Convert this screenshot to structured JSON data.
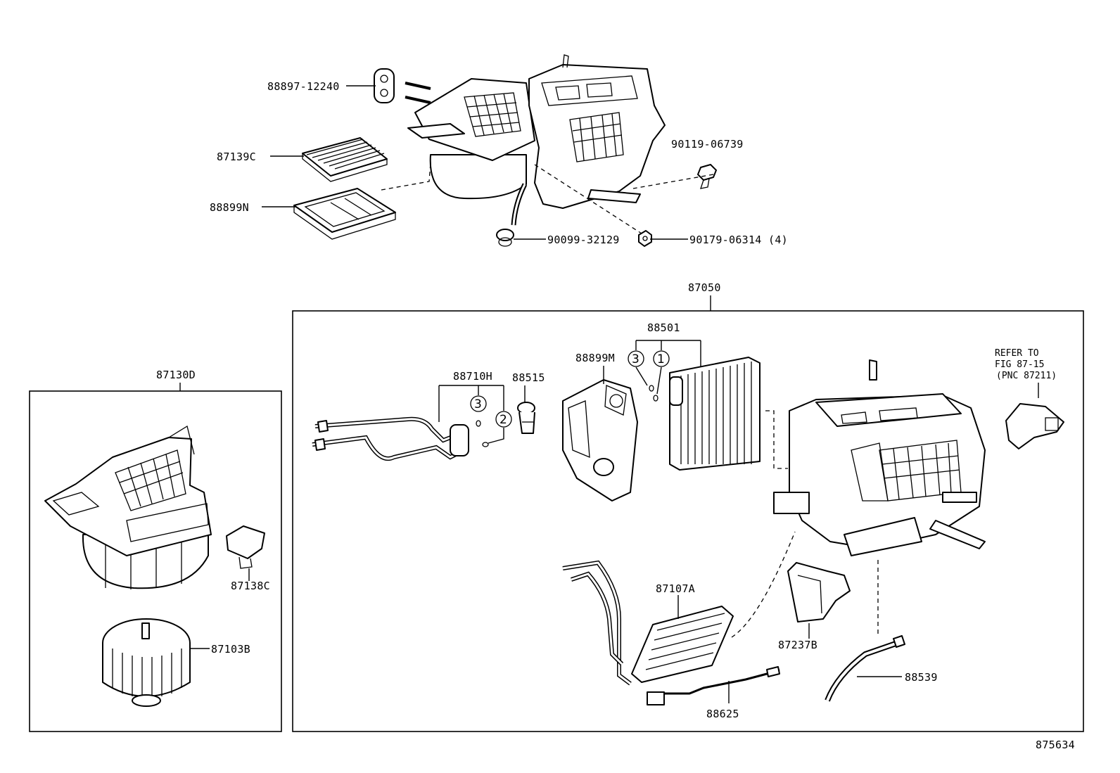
{
  "labels": {
    "p88897_12240": "88897-12240",
    "p87139C": "87139C",
    "p88899N": "88899N",
    "p90119_06739": "90119-06739",
    "p90099_32129": "90099-32129",
    "p90179_06314": "90179-06314",
    "p90179_qty": "(4)",
    "p87050": "87050",
    "p88501": "88501",
    "p88899M": "88899M",
    "p88710H": "88710H",
    "p88515": "88515",
    "p87130D": "87130D",
    "p87138C": "87138C",
    "p87103B": "87103B",
    "p87107A": "87107A",
    "p87237B": "87237B",
    "p88539": "88539",
    "p88625": "88625",
    "refer_line1": "REFER TO",
    "refer_line2": "FIG 87-15",
    "refer_line3": "(PNC 87211)",
    "figure_number": "875634"
  },
  "callouts": {
    "c1": "1",
    "c2": "2",
    "c3a": "3",
    "c3b": "3"
  }
}
